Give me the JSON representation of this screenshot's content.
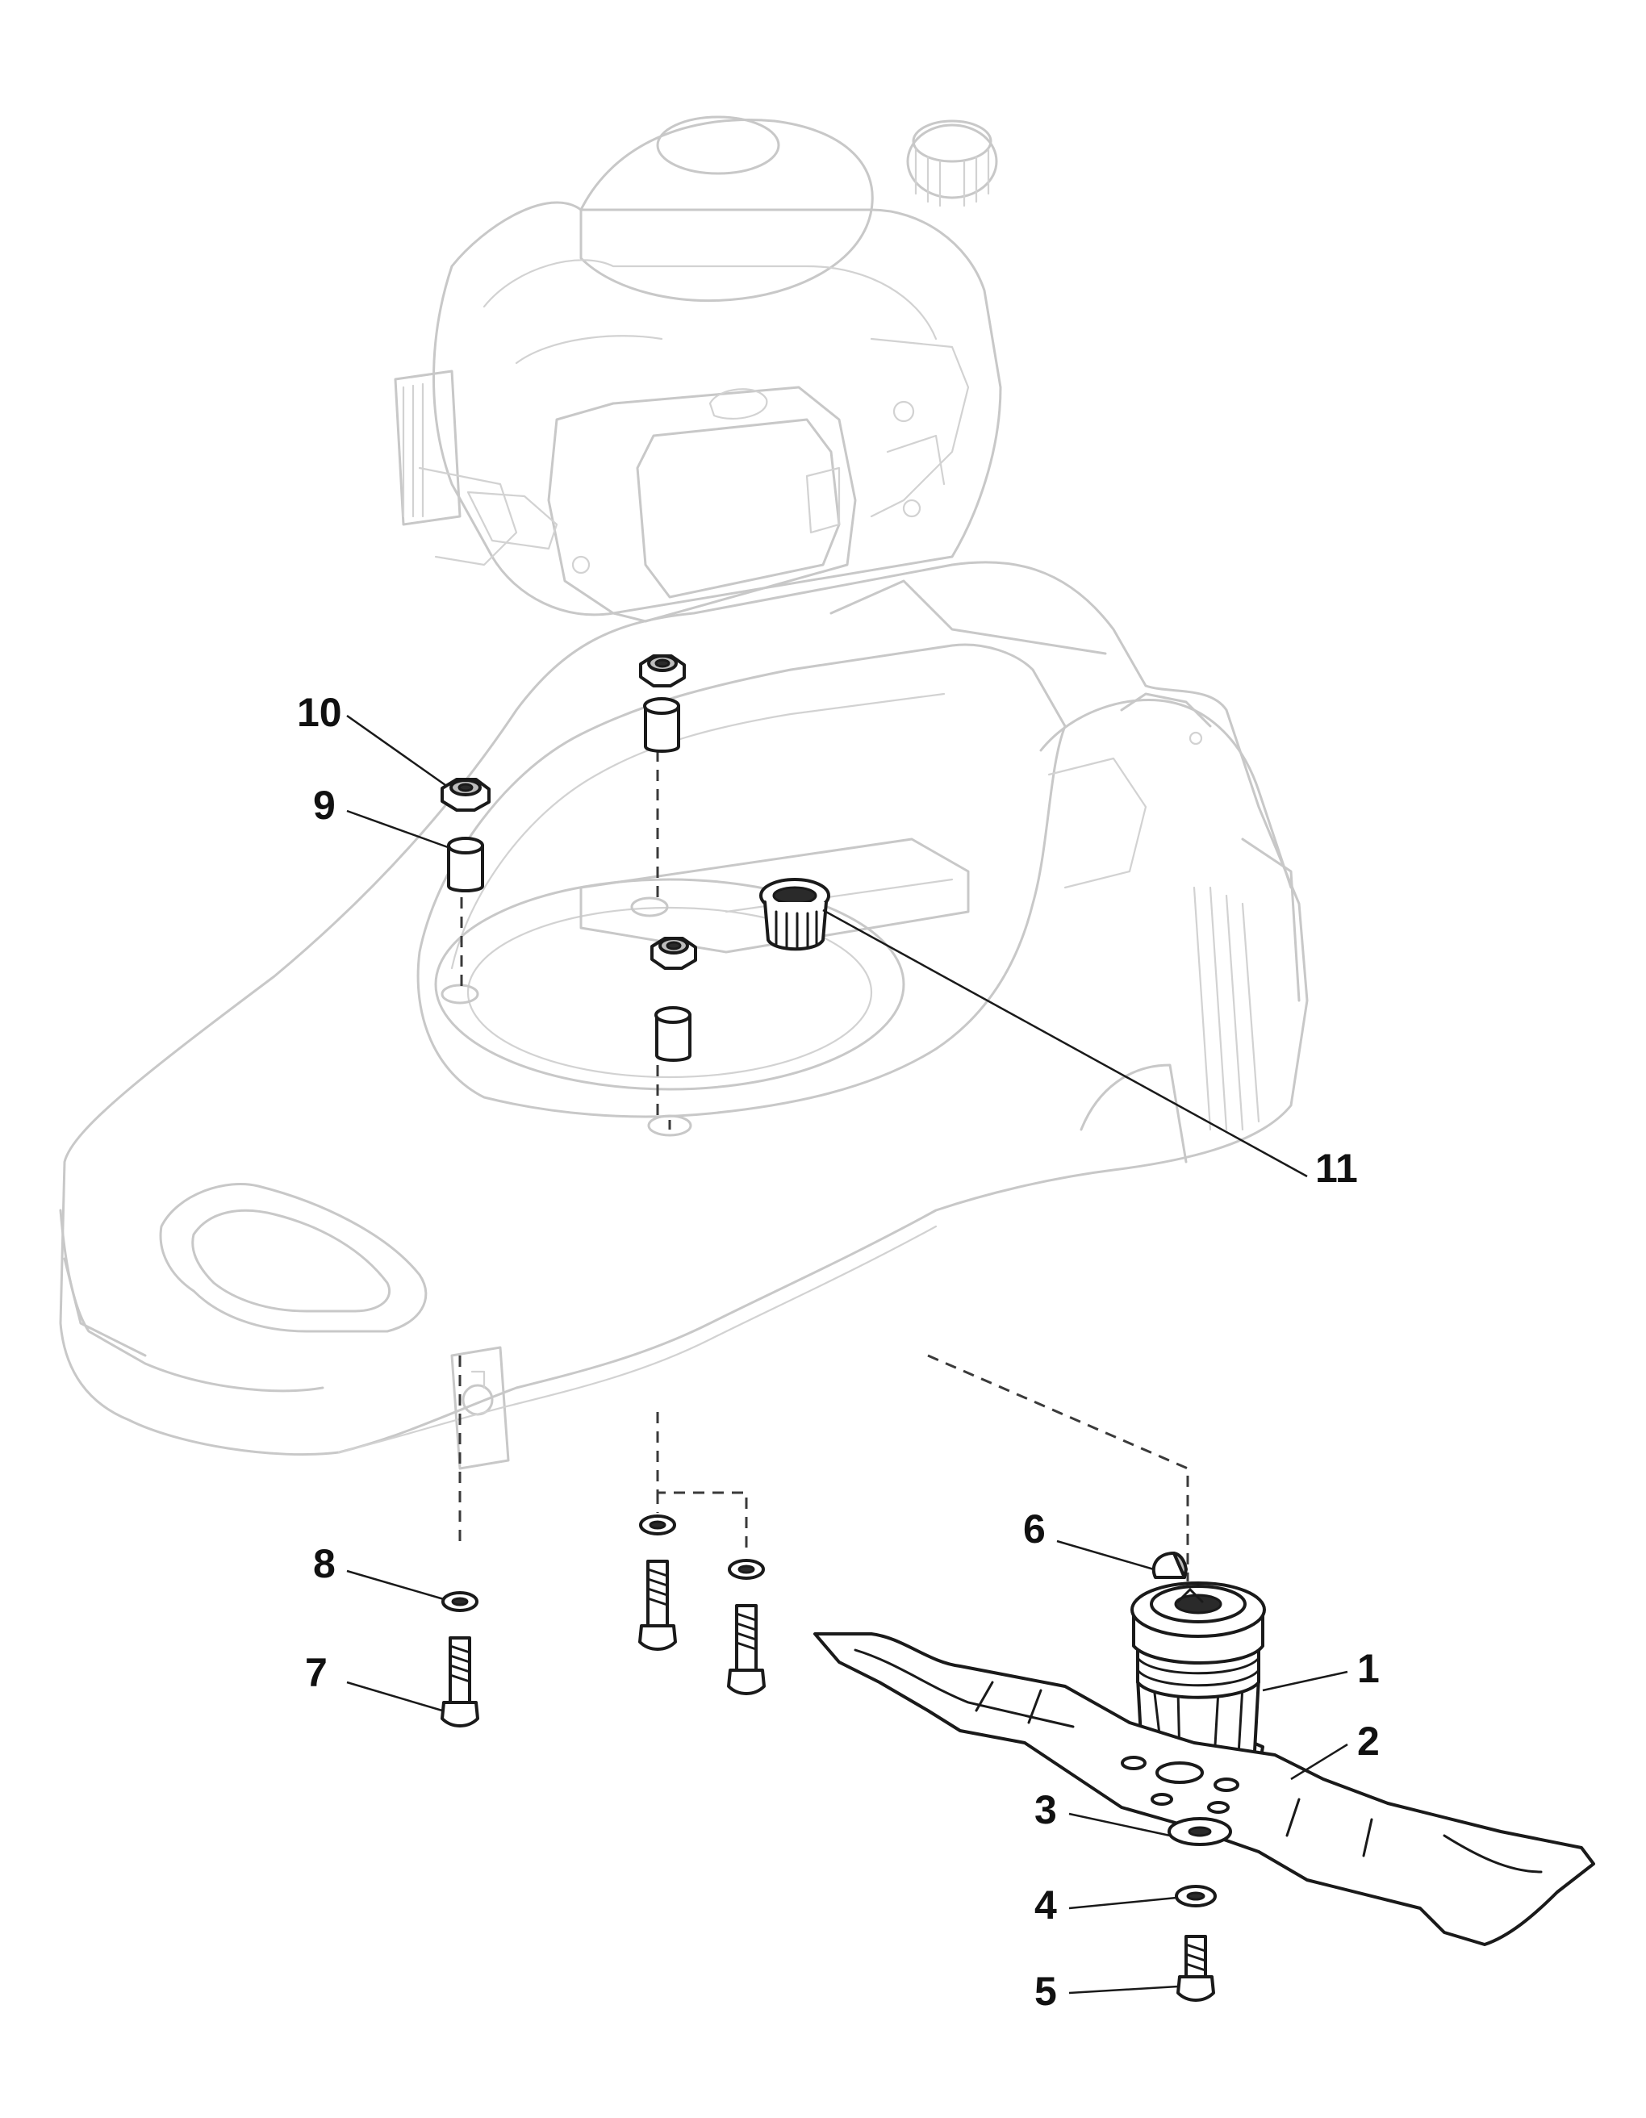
{
  "callouts": {
    "c1": "1",
    "c2": "2",
    "c3": "3",
    "c4": "4",
    "c5": "5",
    "c6": "6",
    "c7": "7",
    "c8": "8",
    "c9": "9",
    "c10": "10",
    "c11": "11"
  },
  "colors": {
    "ghost_outline": "#c8c8c8",
    "part_outline": "#1a1a1a",
    "part_fill_grey": "#bdbdbd",
    "label_text": "#111111"
  }
}
